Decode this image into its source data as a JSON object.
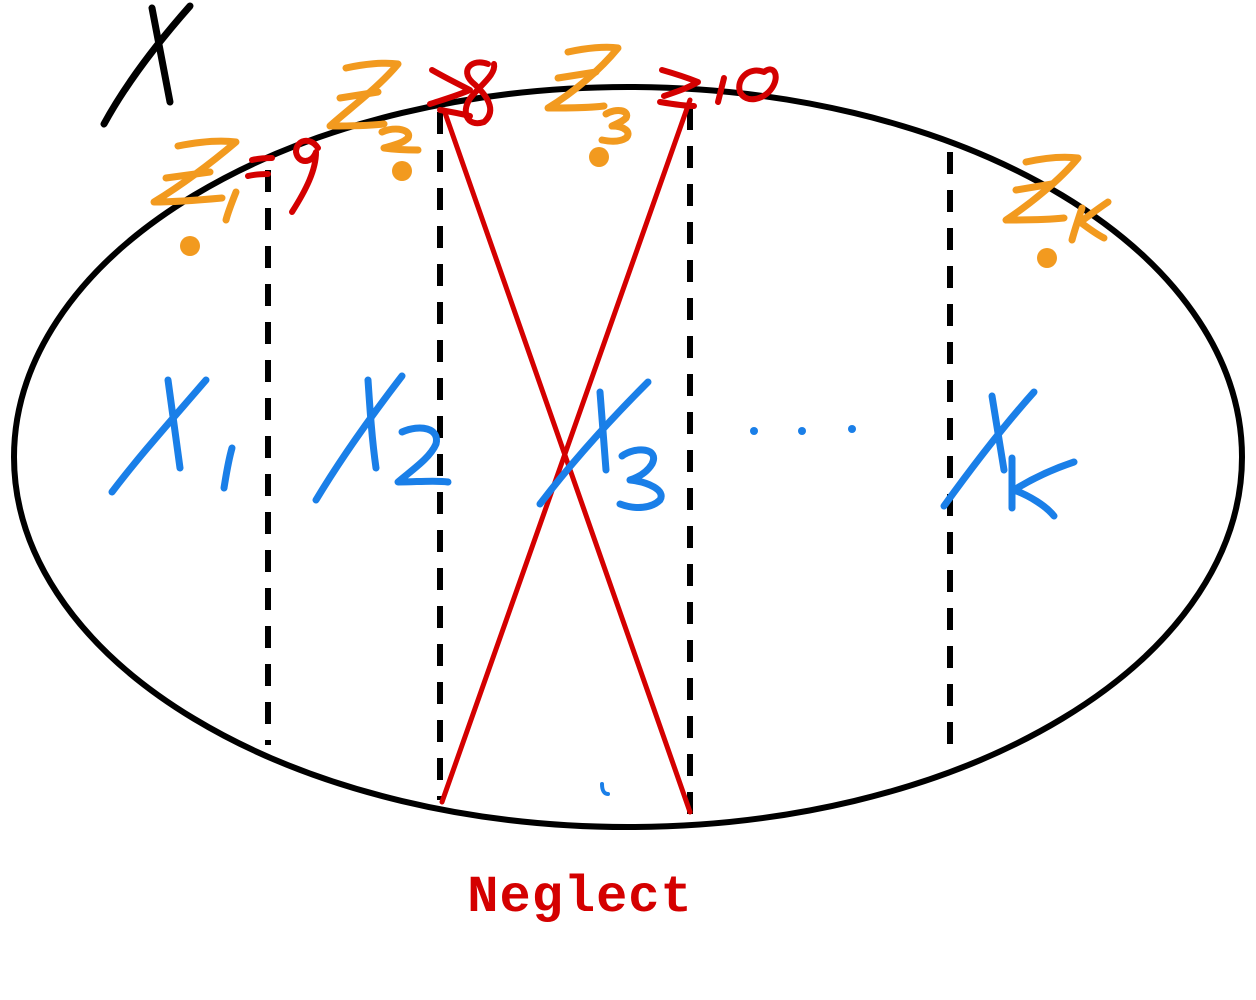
{
  "diagram": {
    "set_label": "X",
    "partitions": [
      "X1",
      "X2",
      "X3",
      "...",
      "XK"
    ],
    "representatives": [
      "Z1",
      "Z2",
      "Z3",
      "ZK"
    ],
    "annotations": [
      "= 9",
      "≥ 8",
      "≥ 10"
    ],
    "caption": "Neglect",
    "colors": {
      "outline": "#000000",
      "partition": "#1a7fe8",
      "representative": "#f29a1f",
      "neglect": "#d40000"
    }
  }
}
